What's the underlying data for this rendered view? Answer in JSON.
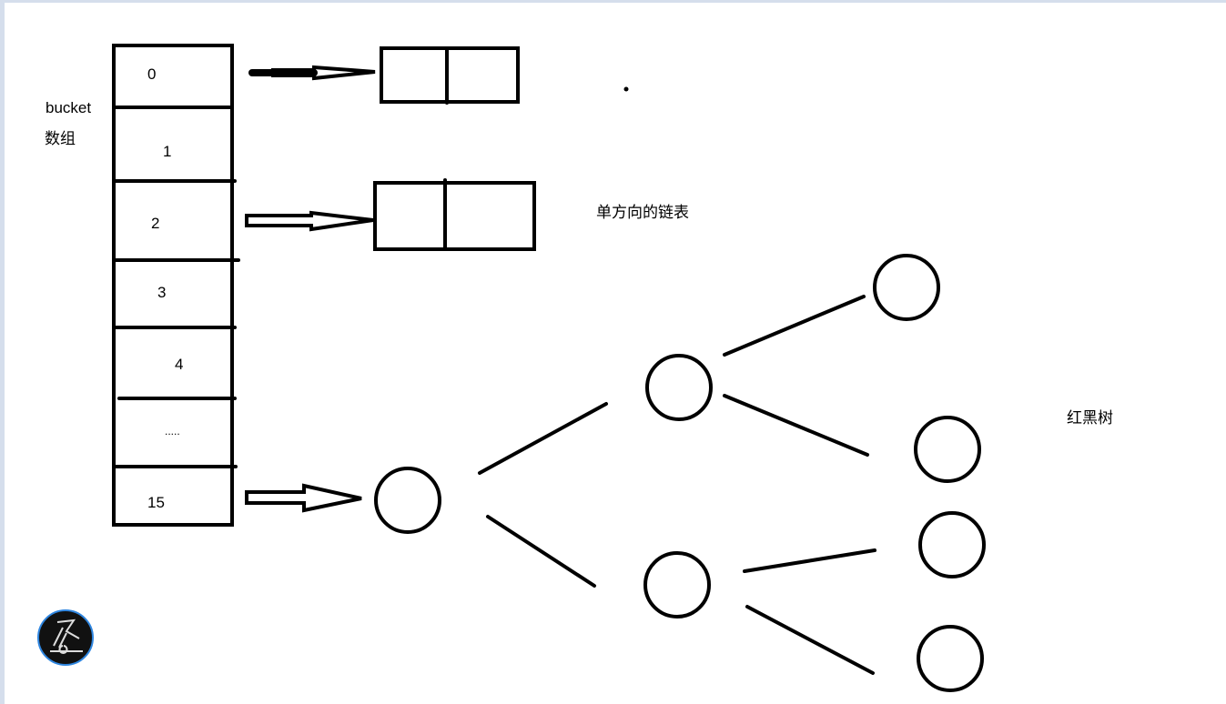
{
  "labels": {
    "bucket": "bucket",
    "array": "数组",
    "linked_list": "单方向的链表",
    "red_black_tree": "红黑树"
  },
  "bucket_slots": [
    "0",
    "1",
    "2",
    "3",
    "4",
    ".....",
    "15"
  ]
}
